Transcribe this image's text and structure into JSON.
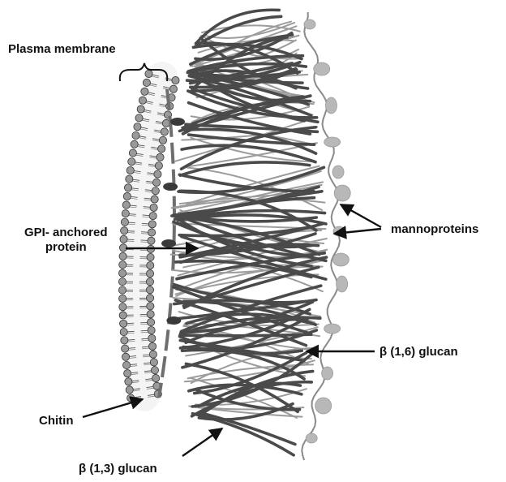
{
  "labels": {
    "plasma_membrane": "Plasma membrane",
    "gpi_line1": "GPI- anchored",
    "gpi_line2": "protein",
    "mannoproteins": "mannoproteins",
    "beta16": "β (1,6) glucan",
    "chitin": "Chitin",
    "beta13": "β (1,3) glucan"
  },
  "colors": {
    "phospholipid_head": "#9a9a9a",
    "beta13_strand": "#4a4a4a",
    "beta16_strand": "#9c9c9c",
    "chitin": "#6e6e6e",
    "mannoprotein": "#b8b8b8",
    "arrow": "#111111"
  }
}
